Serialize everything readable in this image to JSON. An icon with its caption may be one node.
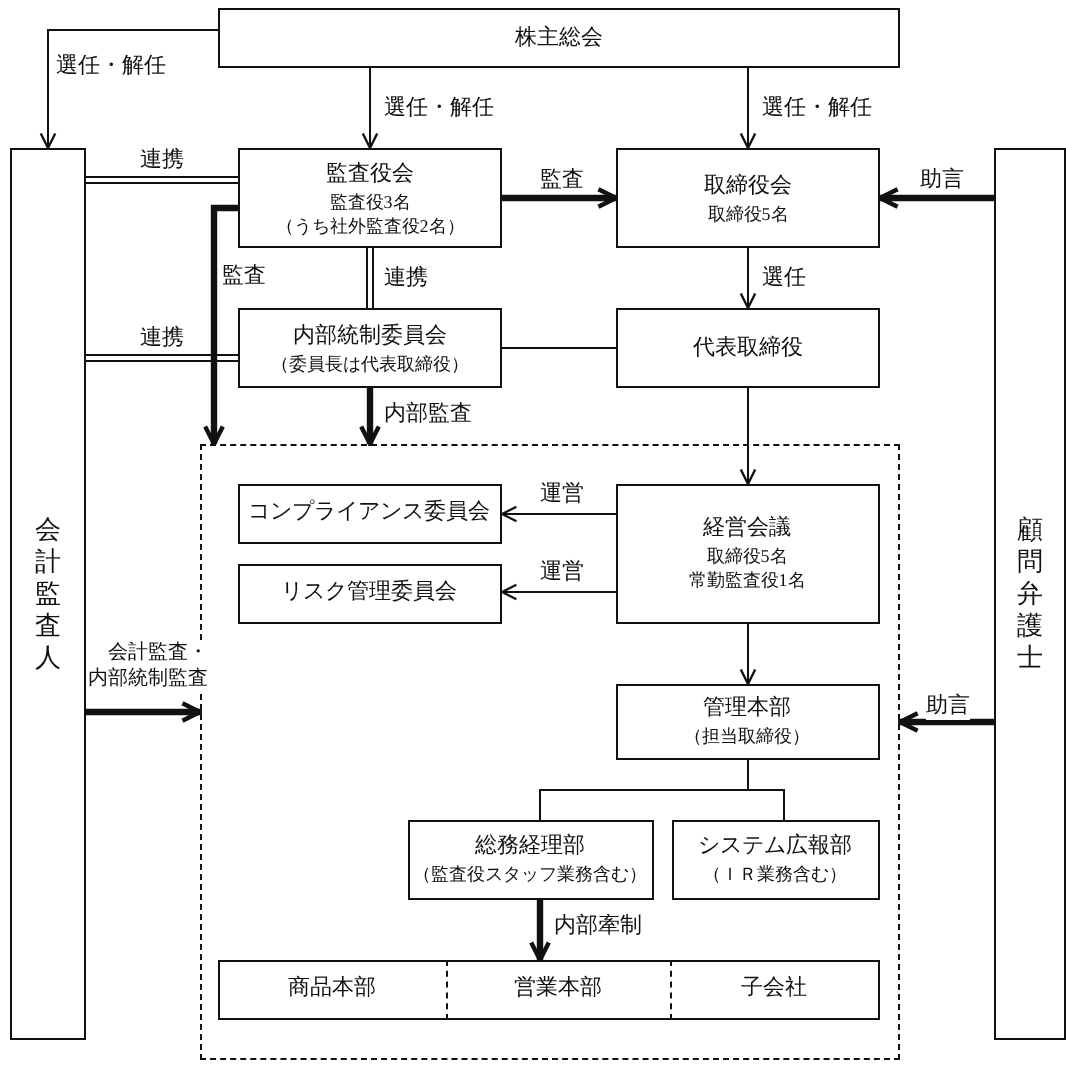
{
  "diagram": {
    "nodes": [
      {
        "text": [
          "株主総会"
        ]
      },
      {
        "text": [
          "会計監査人"
        ]
      },
      {
        "text": [
          "監査役会",
          "監査役3名",
          "（うち社外監査役2名）"
        ]
      },
      {
        "text": [
          "取締役会",
          "取締役5名"
        ]
      },
      {
        "text": [
          "顧問弁護士"
        ]
      },
      {
        "text": [
          "内部統制委員会",
          "（委員長は代表取締役）"
        ]
      },
      {
        "text": [
          "代表取締役"
        ]
      },
      {
        "text": [],
        "shape": "box"
      },
      {
        "text": [
          "コンプライアンス委員会"
        ],
        "in": 7
      },
      {
        "text": [
          "リスク管理委員会"
        ],
        "in": 7
      },
      {
        "text": [
          "経営会議",
          "取締役5名",
          "常勤監査役1名"
        ],
        "in": 7
      },
      {
        "text": [
          "管理本部",
          "（担当取締役）"
        ],
        "in": 7
      },
      {
        "text": [
          "総務経理部",
          "（監査役スタッフ業務含む）"
        ],
        "in": 7
      },
      {
        "text": [
          "システム広報部",
          "（ＩＲ業務含む）"
        ],
        "in": 7
      },
      {
        "text": [
          "商品本部"
        ],
        "in": 7
      },
      {
        "text": [
          "営業本部"
        ],
        "in": 7
      },
      {
        "text": [
          "子会社"
        ],
        "in": 7
      }
    ],
    "edges": [
      {
        "from": 0,
        "to": 1,
        "arrow": "to",
        "label": "選任・解任"
      },
      {
        "from": 0,
        "to": 2,
        "arrow": "to",
        "label": "選任・解任"
      },
      {
        "from": 0,
        "to": 3,
        "arrow": "to",
        "label": "選任・解任"
      },
      {
        "from": 2,
        "to": 3,
        "arrow": "to",
        "label": "監査",
        "style": "thick"
      },
      {
        "from": 4,
        "to": 3,
        "arrow": "to",
        "label": "助言",
        "style": "thick"
      },
      {
        "from": 3,
        "to": 6,
        "arrow": "to",
        "label": "選任"
      },
      {
        "from": 1,
        "to": 2,
        "arrow": "none",
        "label": "連携"
      },
      {
        "from": 1,
        "to": 5,
        "arrow": "none",
        "label": "連携"
      },
      {
        "from": 2,
        "to": 5,
        "arrow": "none",
        "label": "連携"
      },
      {
        "from": 2,
        "to": 7,
        "arrow": "to",
        "label": "監査",
        "style": "thick"
      },
      {
        "from": 5,
        "to": 7,
        "arrow": "to",
        "label": "内部監査",
        "style": "thick"
      },
      {
        "from": 5,
        "to": 6,
        "arrow": "none"
      },
      {
        "from": 6,
        "to": 10,
        "arrow": "to"
      },
      {
        "from": 10,
        "to": 8,
        "arrow": "to",
        "label": "運営"
      },
      {
        "from": 10,
        "to": 9,
        "arrow": "to",
        "label": "運営"
      },
      {
        "from": 10,
        "to": 11,
        "arrow": "to"
      },
      {
        "from": 11,
        "to": 12,
        "arrow": "none"
      },
      {
        "from": 11,
        "to": 13,
        "arrow": "none"
      },
      {
        "from": 12,
        "to": 15,
        "arrow": "to",
        "label": "内部牽制",
        "style": "thick"
      },
      {
        "from": 1,
        "to": 7,
        "arrow": "to",
        "label": "会計監査・内部統制監査",
        "style": "thick"
      },
      {
        "from": 4,
        "to": 7,
        "arrow": "to",
        "label": "助言",
        "style": "thick"
      }
    ]
  }
}
